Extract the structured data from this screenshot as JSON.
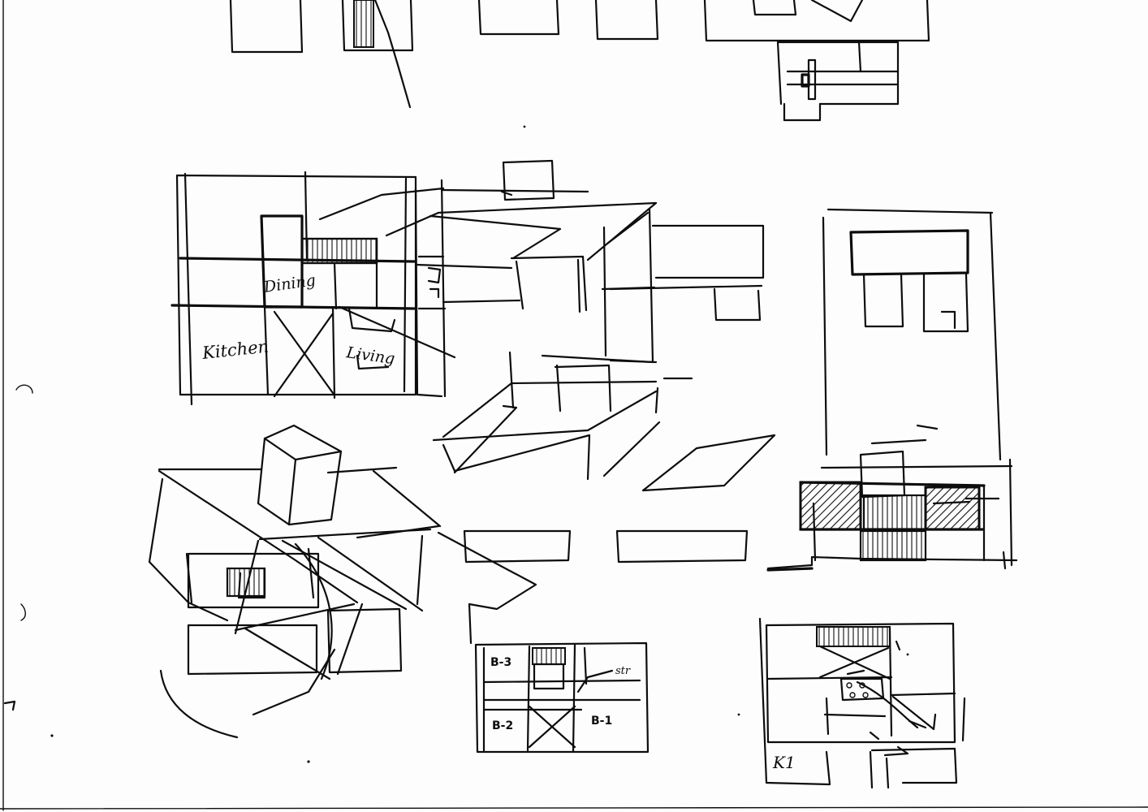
{
  "labels": {
    "kitchen": "Kitchen",
    "dining": "Dining",
    "living": "Living",
    "b3": "B-3",
    "b2": "B-2",
    "b1": "B-1",
    "str": "str",
    "k1": "K1"
  },
  "colors": {
    "ink": "#0d0d0d",
    "paper": "#fdfdfd"
  }
}
